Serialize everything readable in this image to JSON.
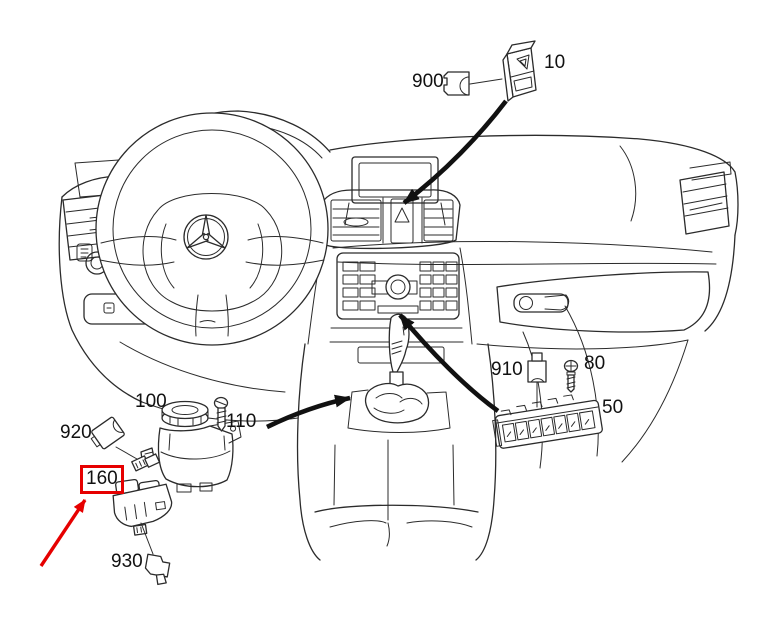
{
  "diagram": {
    "kind": "vehicle-dashboard-parts-diagram",
    "callouts": [
      {
        "id": "900",
        "label": "900",
        "icon": "connector-plug-icon"
      },
      {
        "id": "10",
        "label": "10",
        "icon": "hazard-switch-icon"
      },
      {
        "id": "100",
        "label": "100",
        "icon": "rotary-light-switch-icon"
      },
      {
        "id": "110",
        "label": "110",
        "icon": "screw-icon"
      },
      {
        "id": "920",
        "label": "920",
        "icon": "connector-plug-icon"
      },
      {
        "id": "160",
        "label": "160",
        "icon": "switch-module-icon",
        "highlighted": true
      },
      {
        "id": "930",
        "label": "930",
        "icon": "connector-plug-icon"
      },
      {
        "id": "910",
        "label": "910",
        "icon": "connector-plug-icon"
      },
      {
        "id": "80",
        "label": "80",
        "icon": "screw-icon"
      },
      {
        "id": "50",
        "label": "50",
        "icon": "switch-panel-icon"
      }
    ],
    "highlight": {
      "selected_label": "160",
      "marker": "red-box-and-arrow"
    }
  },
  "colors": {
    "line": "#2b2b2b",
    "thick": "#111111",
    "red": "#e60000",
    "text": "#111111",
    "bg": "#ffffff"
  }
}
